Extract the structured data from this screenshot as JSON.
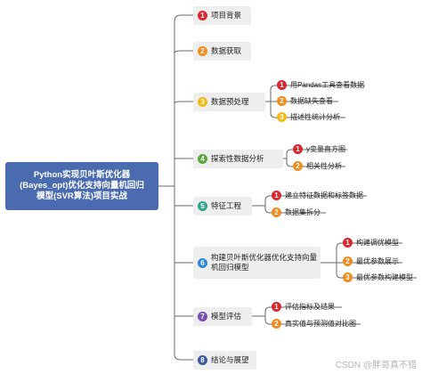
{
  "title": "Python实现贝叶斯优化器(Bayes_opt)优化支持向量机回归模型(SVR算法)项目实战",
  "title_lines": [
    "Python实现贝叶斯优化器",
    "(Bayes_opt)优化支持向量机回归",
    "模型(SVR算法)项目实战"
  ],
  "colors": {
    "root": "#4a6bb0",
    "line": "#6a6a6a",
    "branch_bg": "#eeeeee"
  },
  "branches": [
    {
      "num": "1",
      "label": "项目背景",
      "color": "red",
      "children": []
    },
    {
      "num": "2",
      "label": "数据获取",
      "color": "orange",
      "children": []
    },
    {
      "num": "3",
      "label": "数据预处理",
      "color": "yellow",
      "children": [
        {
          "num": "1",
          "label": "用Pandas工具查看数据",
          "color": "red"
        },
        {
          "num": "2",
          "label": "数据缺失查看",
          "color": "orange"
        },
        {
          "num": "3",
          "label": "描述性统计分析",
          "color": "yellow"
        }
      ]
    },
    {
      "num": "4",
      "label": "探索性数据分析",
      "color": "green",
      "children": [
        {
          "num": "1",
          "label": "y变量直方图",
          "color": "red"
        },
        {
          "num": "2",
          "label": "相关性分析",
          "color": "orange"
        }
      ]
    },
    {
      "num": "5",
      "label": "特征工程",
      "color": "teal",
      "children": [
        {
          "num": "1",
          "label": "建立特征数据和标签数据",
          "color": "red"
        },
        {
          "num": "2",
          "label": "数据集拆分",
          "color": "orange"
        }
      ]
    },
    {
      "num": "6",
      "label": "构建贝叶斯优化器优化支持向量机回归模型",
      "label_lines": [
        "构建贝叶斯优化器优化支持向量",
        "机回归模型"
      ],
      "color": "blue",
      "children": [
        {
          "num": "1",
          "label": "构建调优模型",
          "color": "red"
        },
        {
          "num": "2",
          "label": "最优参数展示",
          "color": "orange"
        },
        {
          "num": "3",
          "label": "最优参数构建模型",
          "color": "orange"
        }
      ]
    },
    {
      "num": "7",
      "label": "模型评估",
      "color": "purple",
      "children": [
        {
          "num": "1",
          "label": "评估指标及结果",
          "color": "red"
        },
        {
          "num": "2",
          "label": "真实值与预测值对比图",
          "color": "orange"
        }
      ]
    },
    {
      "num": "8",
      "label": "结论与展望",
      "color": "navy",
      "children": []
    }
  ],
  "watermark": "CSDN @胖哥真不错"
}
